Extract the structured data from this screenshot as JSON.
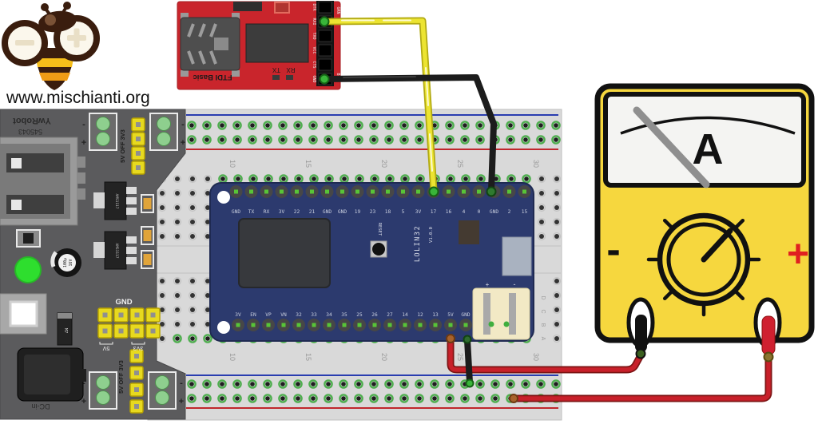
{
  "logo": {
    "site_text": "www.mischianti.org"
  },
  "ftdi": {
    "board_label": "FTDI Basic",
    "tx_label": "TX",
    "rx_label": "RX",
    "pin_labels": [
      "DTR",
      "RXI",
      "TXO",
      "VCC",
      "CTS",
      "GND"
    ],
    "top_corner_label": "GRN",
    "bottom_corner_label": "BLK",
    "board_color": "#c9252c"
  },
  "esp32": {
    "model_label": "LOLIN32",
    "version_label": "V1.0.0",
    "reset_label": "RESET",
    "top_pins": [
      "GND",
      "TX",
      "RX",
      "3V",
      "22",
      "21",
      "GND",
      "GND",
      "19",
      "23",
      "18",
      "5",
      "3V",
      "17",
      "16",
      "4",
      "0",
      "GND",
      "2",
      "15"
    ],
    "bottom_pins": [
      "3V",
      "EN",
      "VP",
      "VN",
      "32",
      "33",
      "34",
      "35",
      "25",
      "26",
      "27",
      "14",
      "12",
      "13",
      "5V",
      "GND"
    ],
    "battery_plus_label": "+",
    "battery_minus_label": "-",
    "board_color": "#2c3a6e"
  },
  "power_module": {
    "brand_line1": "YwRobot",
    "brand_line2": "545043",
    "jumper_label_top": "5V OFF 3V3",
    "jumper_label_bottom": "5V OFF 3V3",
    "gnd_label": "GND",
    "sel_5v_label": "5V",
    "sel_3v3_label": "3V3",
    "dc_in_label": "DC-in",
    "regulator_label": "AMS1117",
    "diode_label": "M7",
    "cap_line1": "100µ",
    "cap_line2": "16V",
    "terminal_minus": "-",
    "terminal_plus": "+"
  },
  "breadboard": {
    "column_numbers": [
      "10",
      "15",
      "20",
      "25",
      "30"
    ],
    "row_letters": [
      "A",
      "B",
      "C",
      "D"
    ]
  },
  "multimeter": {
    "unit_label": "A",
    "minus_label": "-",
    "plus_label": "+",
    "body_color": "#f6d73e"
  },
  "wires": {
    "serial_wire_color": "#ece431",
    "ground_wire_color": "#1c1c1c",
    "probe_wire_color": "#c8202a"
  }
}
